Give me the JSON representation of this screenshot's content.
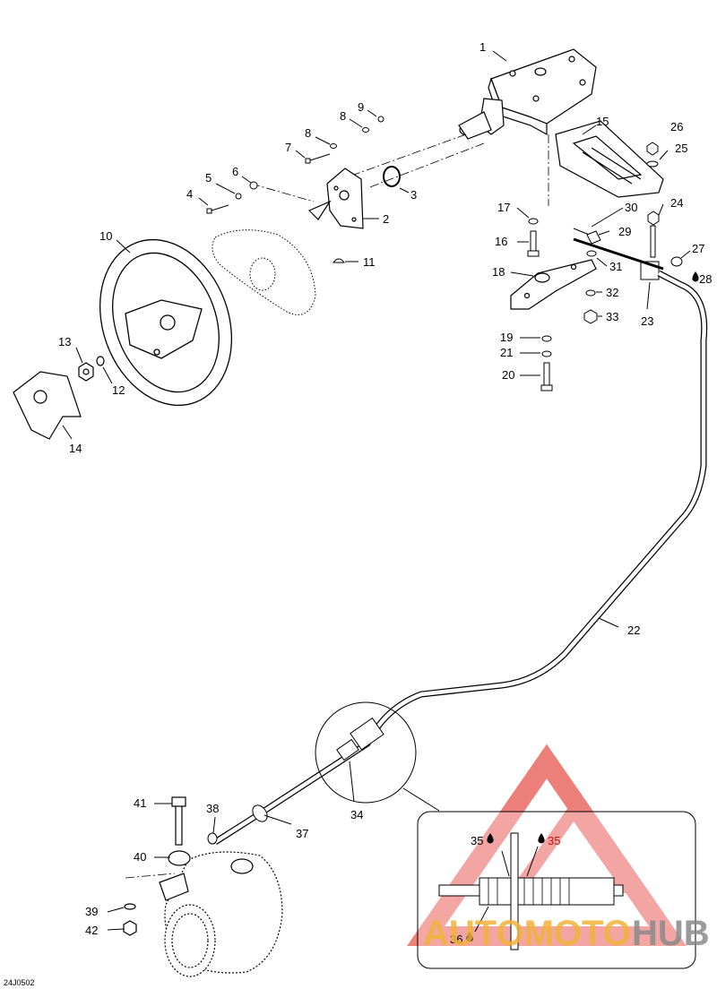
{
  "diagram_code": "24J0502",
  "watermark": {
    "part1": "AUTOMOTO",
    "part2": "HUB",
    "colors": {
      "triangle": "#e8554e",
      "auto": "#f2b23a",
      "hub": "#8a8a8a"
    }
  },
  "callouts": {
    "c1": "1",
    "c2": "2",
    "c3": "3",
    "c4": "4",
    "c5": "5",
    "c6": "6",
    "c7": "7",
    "c8": "8",
    "c9": "9",
    "c10": "10",
    "c11": "11",
    "c12": "12",
    "c13": "13",
    "c14": "14",
    "c15": "15",
    "c17": "17",
    "c16": "16",
    "c18": "18",
    "c19": "19",
    "c21": "21",
    "c20": "20",
    "c22": "22",
    "c23": "23",
    "c24": "24",
    "c25": "25",
    "c26": "26",
    "c27": "27",
    "c28": "28",
    "c29": "29",
    "c30": "30",
    "c31": "31",
    "c32": "32",
    "c33": "33",
    "c34": "34",
    "c35a": "35",
    "c35b": "35",
    "c36": "36",
    "c37": "37",
    "c38": "38",
    "c39": "39",
    "c40": "40",
    "c41": "41",
    "c42": "42"
  }
}
